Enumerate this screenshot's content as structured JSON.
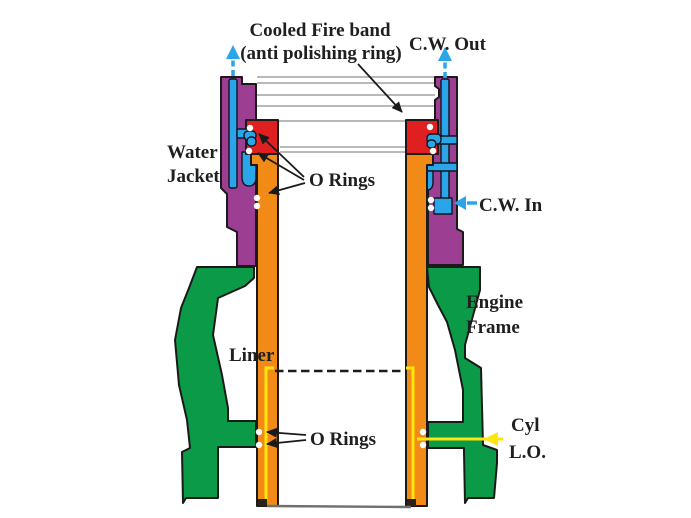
{
  "diagram": {
    "title": "engine-cylinder-liner-cross-section",
    "labels": {
      "fire_band": {
        "line1": "Cooled Fire band",
        "line2": "(anti polishing ring)"
      },
      "cw_out": "C.W. Out",
      "water_jacket": {
        "line1": "Water",
        "line2": "Jacket"
      },
      "o_rings_upper": "O Rings",
      "cw_in": "C.W. In",
      "engine_frame": {
        "line1": "Engine",
        "line2": "Frame"
      },
      "liner": "Liner",
      "o_rings_lower": "O Rings",
      "cyl_lo": {
        "line1": "Cyl",
        "line2": "L.O."
      }
    },
    "colors": {
      "water_jacket": "#9c3e91",
      "cooling_water": "#2aa5e8",
      "fire_band": "#e02020",
      "liner": "#f18a17",
      "engine_frame": "#0b9b48",
      "lube_oil": "#ffe60a",
      "outline": "#1a1a1a",
      "bore_line": "#8f8f8f",
      "background": "#ffffff",
      "text": "#1f1f1f"
    }
  }
}
